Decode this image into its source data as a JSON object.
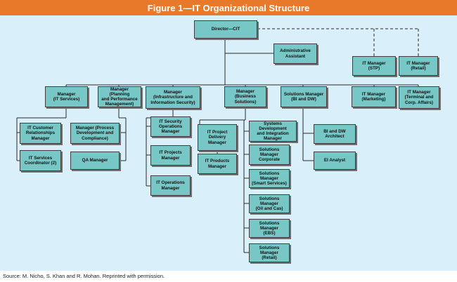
{
  "title": "Figure 1—IT Organizational Structure",
  "source": "Source:  M. Nicho, S. Khan and R. Mohan. Reprinted with permission.",
  "colors": {
    "title_bg": "#e8792b",
    "panel_bg": "#d9eff9",
    "node_fill": "#77c7c7",
    "node_border": "#3e3e3e",
    "line": "#2b2b2b"
  },
  "nodes": {
    "director": "Director—CIT",
    "admin_assistant": "Administrative\nAssistant",
    "it_manager_stp": "IT Manager\n(STP)",
    "it_manager_retail": "IT Manager\n(Retail)",
    "manager_it_services": "Manager\n(IT Services)",
    "manager_planning": "Manager (Planning\nand Performance\nManagement)",
    "manager_infrastructure": "Manager\n(Infrastructure and\nInformation Security)",
    "manager_business_solutions": "Manager\n(Business\nSolutions)",
    "solutions_manager_bi_dw": "Solutions Manager\n(BI and DW)",
    "it_manager_marketing": "IT Manager\n(Marketing)",
    "it_manager_terminal": "IT Manager\n(Terminal and\nCorp. Affairs)",
    "it_crm_manager": "IT Customer\nRelationships\nManager",
    "it_services_coordinator": "IT Services\nCoordinator (2)",
    "manager_process": "Manager (Process\nDevelopment and\nCompliance)",
    "qa_manager": "QA Manager",
    "it_security_ops_manager": "IT Security\nOperations\nManager",
    "it_projects_manager": "IT Projects\nManager",
    "it_operations_manager": "IT Operations\nManager",
    "it_project_delivery_manager": "IT Project\nDelivery\nManager",
    "it_products_manager": "IT Products\nManager",
    "systems_dev_integration_manager": "Systems Development\nand Integration\nManager",
    "solutions_manager_corporate": "Solutions\nManager\nCorporate",
    "solutions_manager_smart": "Solutions Manager\n(Smart Services)",
    "solutions_manager_oil": "Solutions Manager\n(Oil and Cas)",
    "solutions_manager_ebs": "Solutions Manager\n(EBS)",
    "solutions_manager_retail": "Solutions Manager\n(Retail)",
    "bi_dw_architect": "BI and DW\nArchitect",
    "ei_analyst": "EI Analyst"
  }
}
